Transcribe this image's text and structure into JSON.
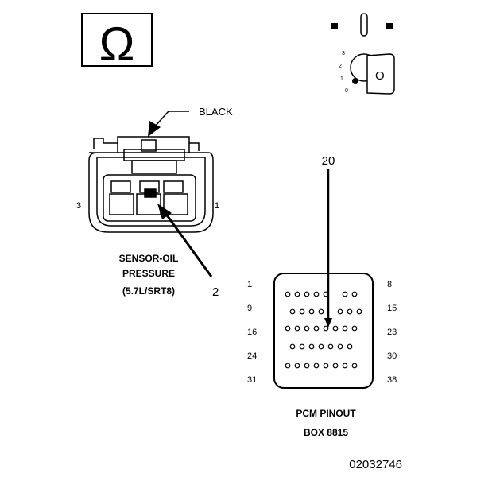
{
  "ohm_symbol": "Ω",
  "key_positions": [
    "3",
    "2",
    "1",
    "0"
  ],
  "key_glyph": "O",
  "connector": {
    "color_label": "BLACK",
    "pin_left": "3",
    "pin_right": "1",
    "pin_callout": "2",
    "title_lines": [
      "SENSOR-OIL",
      "PRESSURE",
      "(5.7L/SRT8)"
    ]
  },
  "pcm": {
    "pin_callout": "20",
    "row_left": [
      "1",
      "9",
      "16",
      "24",
      "31"
    ],
    "row_right": [
      "8",
      "15",
      "23",
      "30",
      "38"
    ],
    "title_lines": [
      "PCM PINOUT",
      "BOX 8815"
    ]
  },
  "figure_id": "02032746"
}
